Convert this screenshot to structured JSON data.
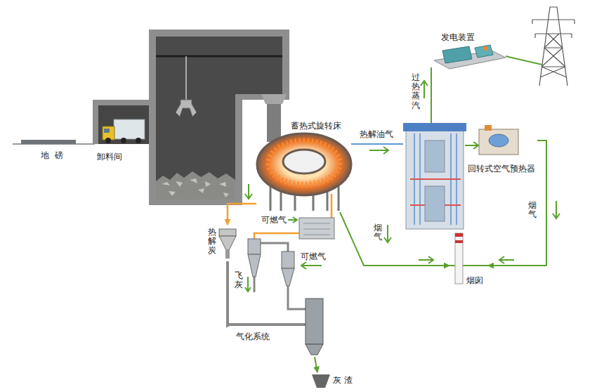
{
  "diagram": {
    "nodes": [
      {
        "text": [
          "地磅"
        ]
      },
      {
        "text": [
          "卸料间"
        ]
      },
      {
        "text": [
          "蓄热式旋转床"
        ]
      },
      {
        "text": [
          "发电装置"
        ]
      },
      {
        "text": [
          "回转式空气预热器"
        ]
      },
      {
        "text": [
          "热解炭"
        ]
      },
      {
        "text": [
          "烟囱"
        ]
      },
      {
        "text": [
          "气化系统"
        ]
      },
      {
        "text": [
          "灰渣"
        ]
      }
    ],
    "edges": [
      {
        "from": 2,
        "to": 5,
        "arrow": "to"
      },
      {
        "from": 2,
        "to": 6,
        "label": "烟气",
        "arrow": "to"
      },
      {
        "from": 4,
        "to": 6,
        "label": "烟气",
        "arrow": "to"
      },
      {
        "from": 5,
        "to": 7,
        "arrow": "to"
      },
      {
        "from": 7,
        "to": 8,
        "arrow": "to"
      }
    ],
    "labels": [
      "过热蒸汽",
      "热解油气",
      "可燃气",
      "可燃气",
      "飞灰"
    ]
  }
}
